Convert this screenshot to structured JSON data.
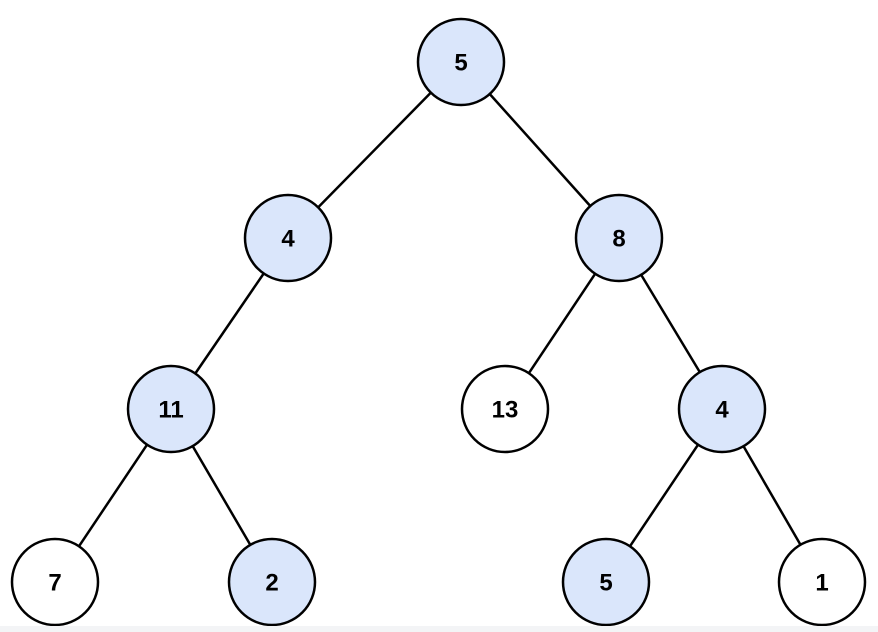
{
  "colors": {
    "highlighted_fill": "#dae6fb",
    "plain_fill": "#ffffff",
    "stroke": "#000000"
  },
  "tree": {
    "nodes": [
      {
        "id": "n1",
        "label": "5",
        "highlighted": true
      },
      {
        "id": "n2",
        "label": "4",
        "highlighted": true
      },
      {
        "id": "n3",
        "label": "8",
        "highlighted": true
      },
      {
        "id": "n4",
        "label": "11",
        "highlighted": true
      },
      {
        "id": "n5",
        "label": "13",
        "highlighted": false
      },
      {
        "id": "n6",
        "label": "4",
        "highlighted": true
      },
      {
        "id": "n7",
        "label": "7",
        "highlighted": false
      },
      {
        "id": "n8",
        "label": "2",
        "highlighted": true
      },
      {
        "id": "n9",
        "label": "5",
        "highlighted": true
      },
      {
        "id": "n10",
        "label": "1",
        "highlighted": false
      }
    ],
    "edges": [
      [
        "n1",
        "n2"
      ],
      [
        "n1",
        "n3"
      ],
      [
        "n2",
        "n4"
      ],
      [
        "n3",
        "n5"
      ],
      [
        "n3",
        "n6"
      ],
      [
        "n4",
        "n7"
      ],
      [
        "n4",
        "n8"
      ],
      [
        "n6",
        "n9"
      ],
      [
        "n6",
        "n10"
      ]
    ]
  }
}
